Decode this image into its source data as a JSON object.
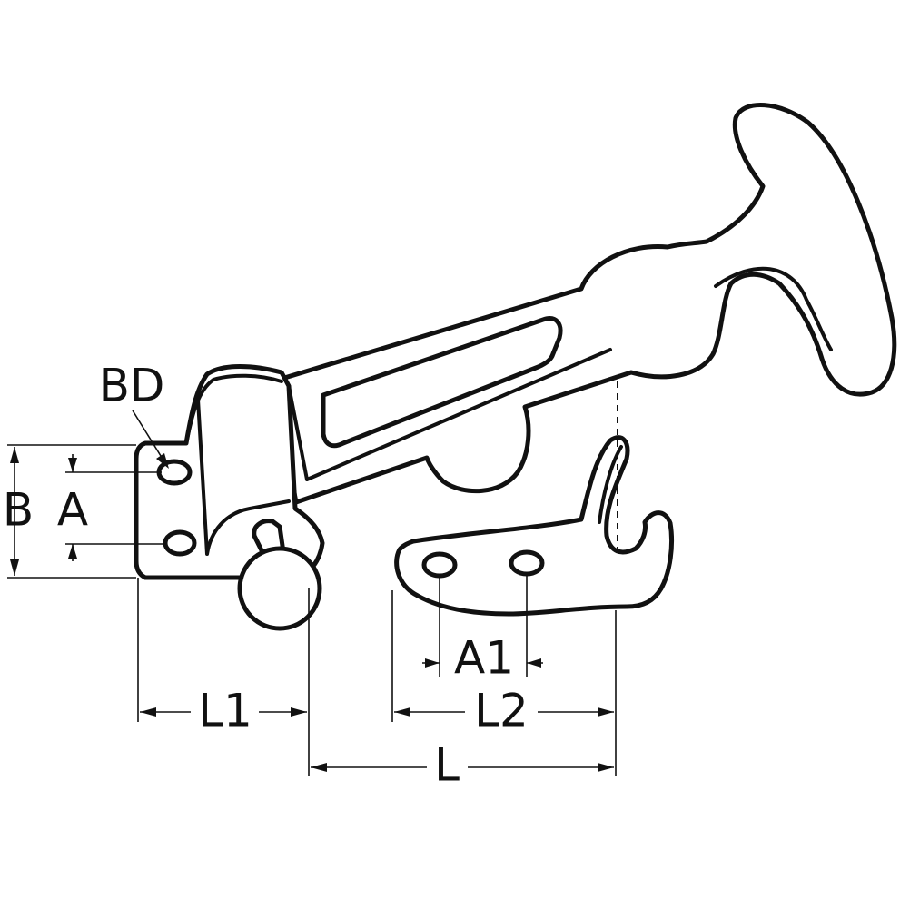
{
  "diagram": {
    "labels": {
      "bd": "BD",
      "b": "B",
      "a": "A",
      "a1": "A1",
      "l1": "L1",
      "l2": "L2",
      "l": "L"
    }
  }
}
